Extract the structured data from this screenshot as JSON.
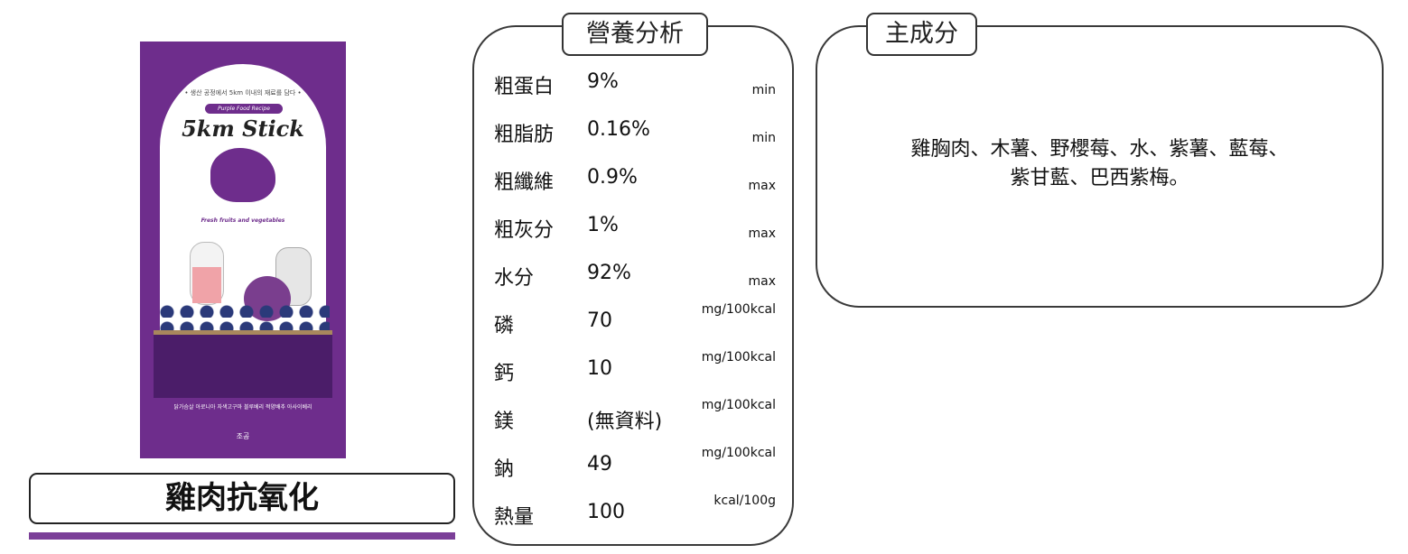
{
  "product": {
    "name": "雞肉抗氧化",
    "package": {
      "tagline": "• 생산 공정에서 5km 이내의 재료를 담다 •",
      "badge": "Purple Food Recipe",
      "logo": "5km Stick",
      "sub": "Fresh fruits and vegetables",
      "bottom": "닭가슴살 아로니아 자색고구마 블루베리 적양배추 아사이베리",
      "maker": "조공"
    }
  },
  "nutrition": {
    "title": "營養分析",
    "rows": [
      {
        "label": "粗蛋白",
        "value": "9%",
        "unit": "min"
      },
      {
        "label": "粗脂肪",
        "value": "0.16%",
        "unit": "min"
      },
      {
        "label": "粗纖維",
        "value": "0.9%",
        "unit": "max"
      },
      {
        "label": "粗灰分",
        "value": "1%",
        "unit": "max"
      },
      {
        "label": "水分",
        "value": "92%",
        "unit": "max"
      },
      {
        "label": "磷",
        "value": "70",
        "unit": "mg/100kcal"
      },
      {
        "label": "鈣",
        "value": "10",
        "unit": "mg/100kcal"
      },
      {
        "label": "鎂",
        "value": "(無資料)",
        "unit": "mg/100kcal"
      },
      {
        "label": "鈉",
        "value": "49",
        "unit": "mg/100kcal"
      },
      {
        "label": "熱量",
        "value": "100",
        "unit": "kcal/100g"
      }
    ]
  },
  "ingredients": {
    "title": "主成分",
    "line1": "雞胸肉、木薯、野櫻莓、水、紫薯、藍莓、",
    "line2": "紫甘藍、巴西紫梅。"
  },
  "colors": {
    "accent": "#7b3f98",
    "package": "#6e2d8c"
  }
}
